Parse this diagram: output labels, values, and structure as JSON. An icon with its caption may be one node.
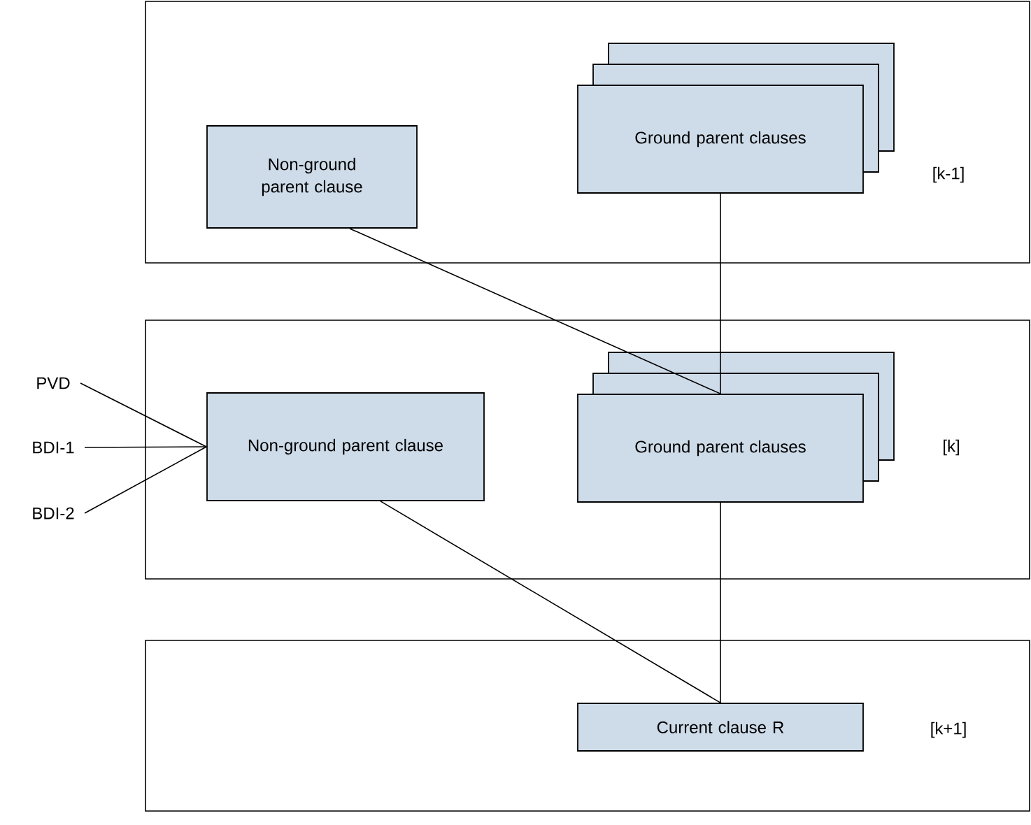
{
  "diagram": {
    "nodes": [
      {
        "text": [
          "[k-1]"
        ]
      },
      {
        "text": [
          "Non-ground parent clause"
        ],
        "in": 0
      },
      {
        "text": [
          "Ground parent clauses"
        ],
        "in": 0
      },
      {
        "text": [
          "[k]"
        ]
      },
      {
        "text": [
          "PVD"
        ]
      },
      {
        "text": [
          "BDI-1"
        ]
      },
      {
        "text": [
          "BDI-2"
        ]
      },
      {
        "text": [
          "Non-ground parent clause"
        ],
        "in": 3
      },
      {
        "text": [
          "Ground parent clauses"
        ],
        "in": 3
      },
      {
        "text": [
          "[k+1]"
        ]
      },
      {
        "text": [
          "Current clause R"
        ],
        "in": 9
      }
    ],
    "edges": [
      {
        "from": 1,
        "to": 8,
        "arrow": "none"
      },
      {
        "from": 2,
        "to": 8,
        "arrow": "none"
      },
      {
        "from": 4,
        "to": 7,
        "arrow": "none"
      },
      {
        "from": 5,
        "to": 7,
        "arrow": "none"
      },
      {
        "from": 6,
        "to": 7,
        "arrow": "none"
      },
      {
        "from": 7,
        "to": 10,
        "arrow": "none"
      },
      {
        "from": 8,
        "to": 10,
        "arrow": "none"
      }
    ]
  }
}
